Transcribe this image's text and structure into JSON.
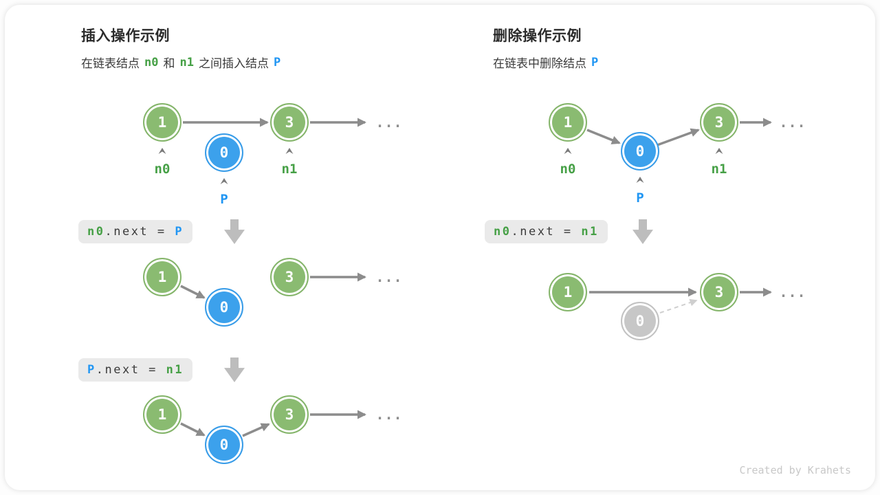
{
  "insert": {
    "title": "插入操作示例",
    "subtitle": {
      "part1": "在链表结点",
      "n0": "n0",
      "part2": "和",
      "n1": "n1",
      "part3": "之间插入结点",
      "p": "P"
    },
    "row1": {
      "node1": "1",
      "node2": "0",
      "node3": "3",
      "dots": "...",
      "caption_n0": "n0",
      "caption_p": "P",
      "caption_n1": "n1"
    },
    "code1": {
      "lhs": "n0",
      "op": ".next = ",
      "rhs": "P"
    },
    "row2": {
      "node1": "1",
      "node2": "0",
      "node3": "3",
      "dots": "..."
    },
    "code2": {
      "lhs": "P",
      "op": ".next = ",
      "rhs": "n1"
    },
    "row3": {
      "node1": "1",
      "node2": "0",
      "node3": "3",
      "dots": "..."
    }
  },
  "delete": {
    "title": "删除操作示例",
    "subtitle": {
      "part1": "在链表中删除结点",
      "p": "P"
    },
    "row1": {
      "node1": "1",
      "node2": "0",
      "node3": "3",
      "dots": "...",
      "caption_n0": "n0",
      "caption_p": "P",
      "caption_n1": "n1"
    },
    "code1": {
      "lhs": "n0",
      "op": ".next = ",
      "rhs": "n1"
    },
    "row2": {
      "node1": "1",
      "node3": "3",
      "removed": "0",
      "dots": "..."
    }
  },
  "watermark": "Created by Krahets",
  "colors": {
    "node_green": "#8abb71",
    "node_blue": "#3ca1ec",
    "node_gray": "#c7c7c7",
    "label_green": "#46a046",
    "label_blue": "#2196f3",
    "arrow_gray": "#8c8c8c",
    "code_box_bg": "#eaeaea"
  }
}
